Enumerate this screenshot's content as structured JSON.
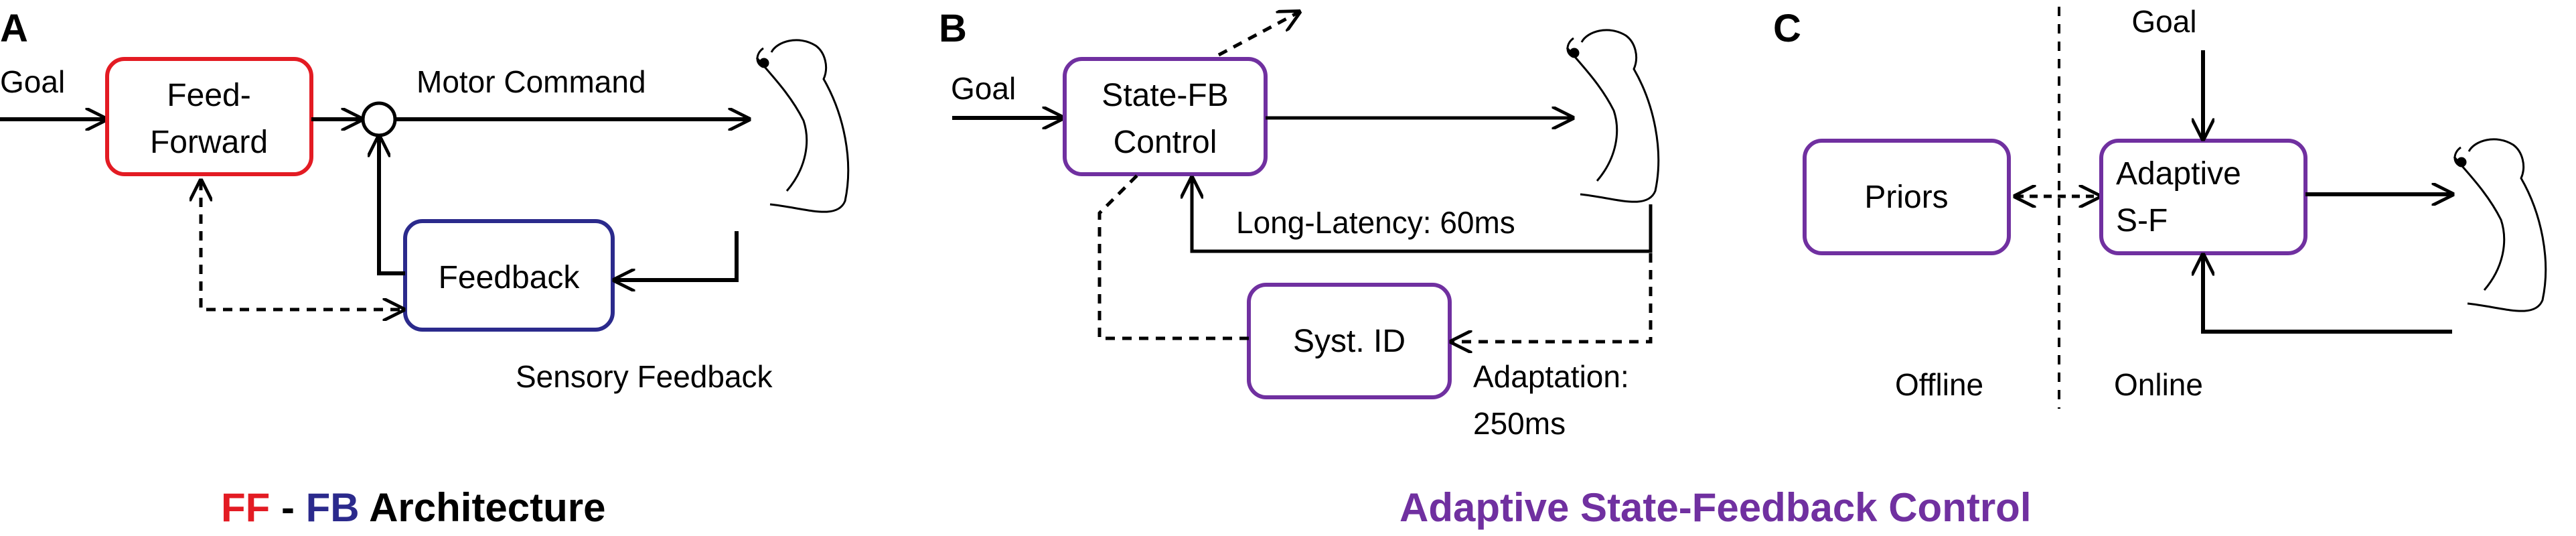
{
  "panels": {
    "a": {
      "letter": "A",
      "goal": "Goal",
      "ff_line1": "Feed-",
      "ff_line2": "Forward",
      "motor_command": "Motor Command",
      "feedback": "Feedback",
      "sensory_feedback": "Sensory Feedback"
    },
    "b": {
      "letter": "B",
      "goal": "Goal",
      "sfb_line1": "State-FB",
      "sfb_line2": "Control",
      "long_latency": "Long-Latency: 60ms",
      "syst_id": "Syst. ID",
      "adaptation_line1": "Adaptation:",
      "adaptation_line2": "250ms"
    },
    "c": {
      "letter": "C",
      "goal": "Goal",
      "priors": "Priors",
      "adaptive_line1": "Adaptive",
      "adaptive_line2": "S-F",
      "offline": "Offline",
      "online": "Online"
    }
  },
  "titles": {
    "left": {
      "ff": "FF",
      "dash": " - ",
      "fb": "FB",
      "rest": " Architecture"
    },
    "right": "Adaptive State-Feedback Control"
  },
  "colors": {
    "feedforward": "#e31b23",
    "feedback": "#2b2a8c",
    "adaptive": "#7030a0",
    "line": "#000000"
  }
}
